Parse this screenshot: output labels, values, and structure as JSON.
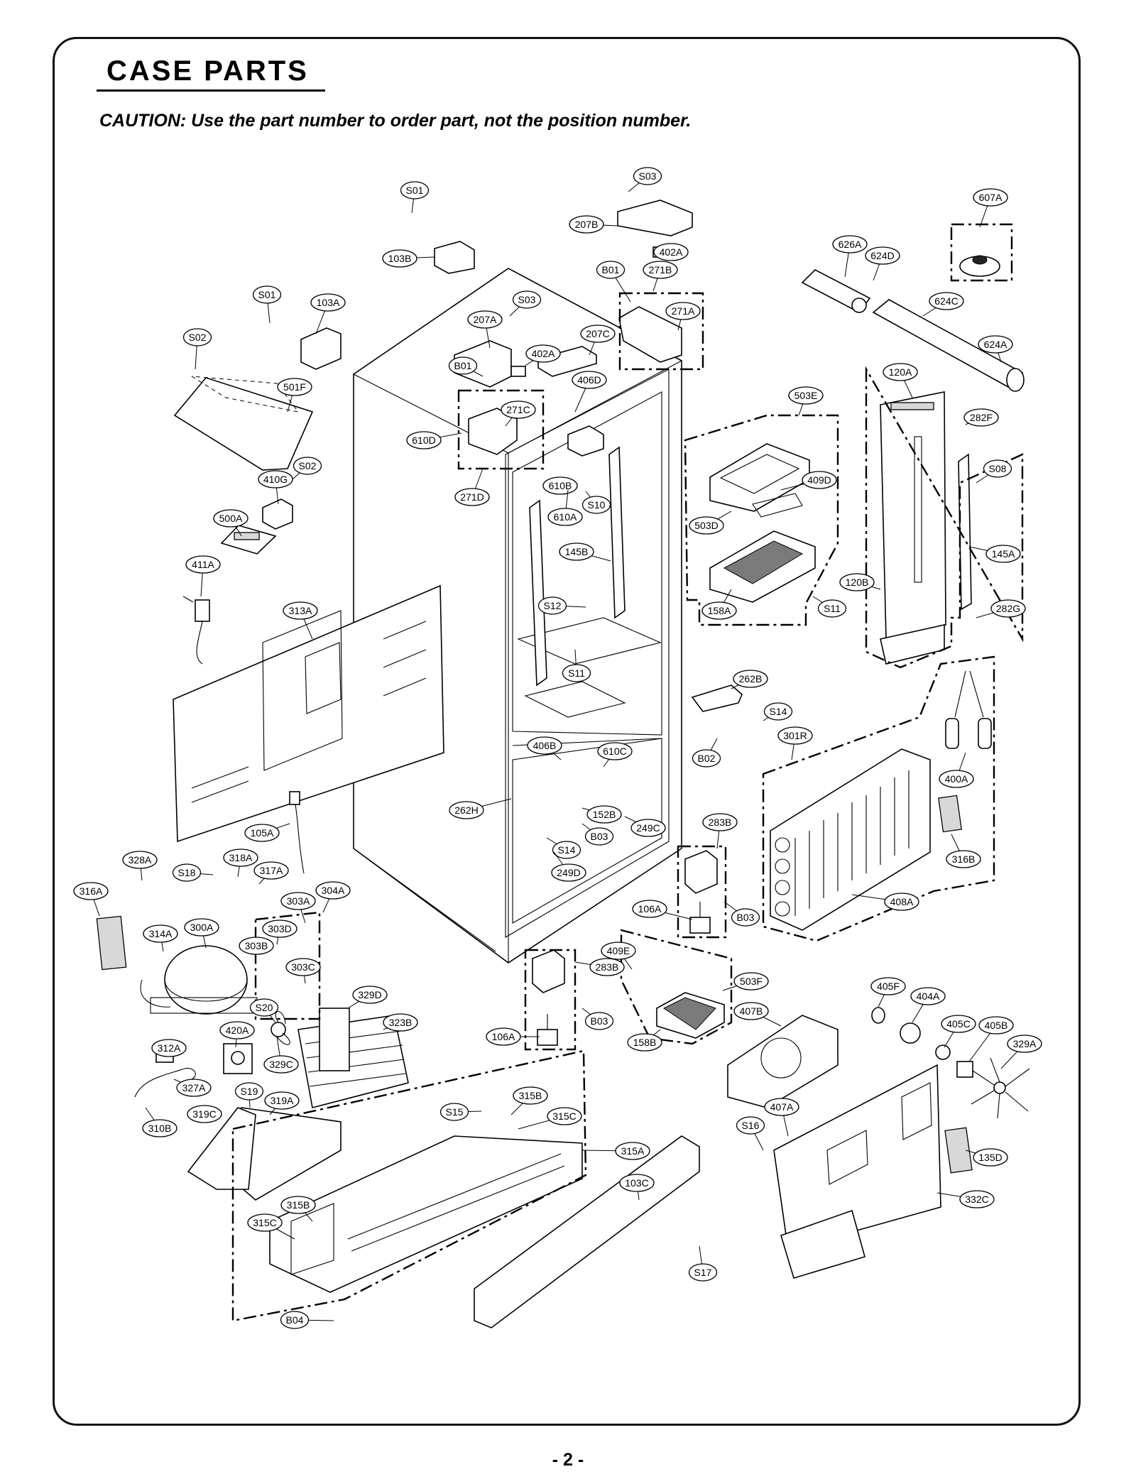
{
  "header": {
    "title": "CASE PARTS",
    "caution": "CAUTION: Use the part number to order part, not the position number."
  },
  "footer": {
    "page_number": "- 2 -"
  },
  "diagram": {
    "part_labels": [
      "S03",
      "S01",
      "207B",
      "402A",
      "103B",
      "607A",
      "626A",
      "624D",
      "B01",
      "271B",
      "S01",
      "103A",
      "S03",
      "271A",
      "S02",
      "207A",
      "207C",
      "402A",
      "B01",
      "624C",
      "624A",
      "406D",
      "120A",
      "501F",
      "271C",
      "503E",
      "282F",
      "610D",
      "S02",
      "410G",
      "610B",
      "409D",
      "S08",
      "271D",
      "500A",
      "610A",
      "S10",
      "503D",
      "145B",
      "411A",
      "145A",
      "313A",
      "120B",
      "S12",
      "158A",
      "S11",
      "282G",
      "S11",
      "262B",
      "S14",
      "301R",
      "406B",
      "610C",
      "B02",
      "400A",
      "262H",
      "152B",
      "249C",
      "283B",
      "B03",
      "105A",
      "S14",
      "328A",
      "318A",
      "249D",
      "316B",
      "S18",
      "317A",
      "316A",
      "304A",
      "303A",
      "106A",
      "408A",
      "B03",
      "314A",
      "300A",
      "303D",
      "409E",
      "283B",
      "303B",
      "503F",
      "303C",
      "405F",
      "404A",
      "329D",
      "S20",
      "407B",
      "B03",
      "405C",
      "405B",
      "420A",
      "323B",
      "106A",
      "329A",
      "312A",
      "158B",
      "329C",
      "327A",
      "S19",
      "319A",
      "315B",
      "407A",
      "S15",
      "315C",
      "S16",
      "319C",
      "310B",
      "315A",
      "135D",
      "103C",
      "315B",
      "332C",
      "315C",
      "S17",
      "B04"
    ]
  }
}
